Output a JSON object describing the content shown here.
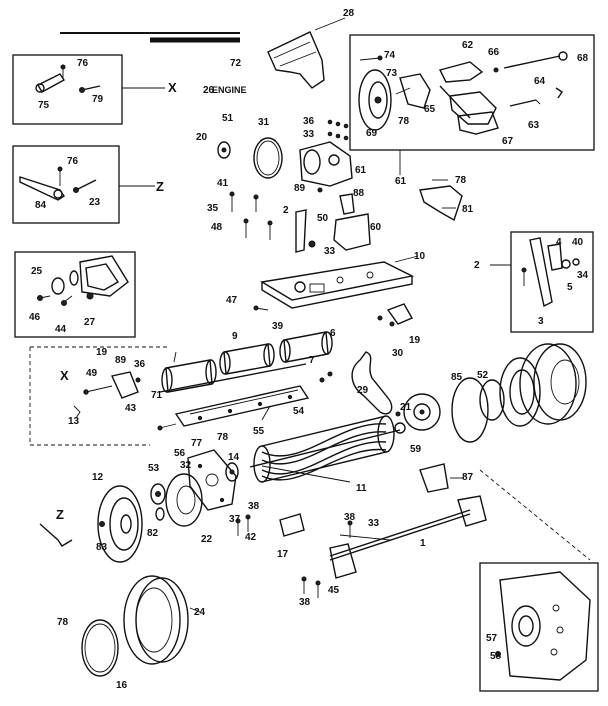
{
  "diagram": {
    "engine_label": "ENGINE",
    "callouts": [
      {
        "key": "c28",
        "text": "28"
      },
      {
        "key": "c72",
        "text": "72"
      },
      {
        "key": "c26",
        "text": "26"
      },
      {
        "key": "c74",
        "text": "74"
      },
      {
        "key": "c62",
        "text": "62"
      },
      {
        "key": "c66",
        "text": "66"
      },
      {
        "key": "c68",
        "text": "68"
      },
      {
        "key": "c73",
        "text": "73"
      },
      {
        "key": "c64",
        "text": "64"
      },
      {
        "key": "c69",
        "text": "69"
      },
      {
        "key": "c78a",
        "text": "78"
      },
      {
        "key": "c65",
        "text": "65"
      },
      {
        "key": "c63",
        "text": "63"
      },
      {
        "key": "c67",
        "text": "67"
      },
      {
        "key": "c76a",
        "text": "76"
      },
      {
        "key": "c75",
        "text": "75"
      },
      {
        "key": "c79",
        "text": "79"
      },
      {
        "key": "c51",
        "text": "51"
      },
      {
        "key": "c31",
        "text": "31"
      },
      {
        "key": "c36a",
        "text": "36"
      },
      {
        "key": "c33a",
        "text": "33"
      },
      {
        "key": "c20",
        "text": "20"
      },
      {
        "key": "c61a",
        "text": "61"
      },
      {
        "key": "c76b",
        "text": "76"
      },
      {
        "key": "c84",
        "text": "84"
      },
      {
        "key": "c23",
        "text": "23"
      },
      {
        "key": "c41",
        "text": "41"
      },
      {
        "key": "c35",
        "text": "35"
      },
      {
        "key": "c48",
        "text": "48"
      },
      {
        "key": "c89a",
        "text": "89"
      },
      {
        "key": "c88",
        "text": "88"
      },
      {
        "key": "c2a",
        "text": "2"
      },
      {
        "key": "c50",
        "text": "50"
      },
      {
        "key": "c60",
        "text": "60"
      },
      {
        "key": "c61b",
        "text": "61"
      },
      {
        "key": "c78b",
        "text": "78"
      },
      {
        "key": "c81",
        "text": "81"
      },
      {
        "key": "c33b",
        "text": "33"
      },
      {
        "key": "c10",
        "text": "10"
      },
      {
        "key": "c25",
        "text": "25"
      },
      {
        "key": "c46",
        "text": "46"
      },
      {
        "key": "c44",
        "text": "44"
      },
      {
        "key": "c27",
        "text": "27"
      },
      {
        "key": "c2b",
        "text": "2"
      },
      {
        "key": "c4",
        "text": "4"
      },
      {
        "key": "c40",
        "text": "40"
      },
      {
        "key": "c5",
        "text": "5"
      },
      {
        "key": "c34",
        "text": "34"
      },
      {
        "key": "c3",
        "text": "3"
      },
      {
        "key": "c47",
        "text": "47"
      },
      {
        "key": "c39",
        "text": "39"
      },
      {
        "key": "c19a",
        "text": "19"
      },
      {
        "key": "c9",
        "text": "9"
      },
      {
        "key": "c6",
        "text": "6"
      },
      {
        "key": "c7",
        "text": "7"
      },
      {
        "key": "c30",
        "text": "30"
      },
      {
        "key": "c19b",
        "text": "19"
      },
      {
        "key": "c89b",
        "text": "89"
      },
      {
        "key": "c36b",
        "text": "36"
      },
      {
        "key": "c49",
        "text": "49"
      },
      {
        "key": "c43",
        "text": "43"
      },
      {
        "key": "c71",
        "text": "71"
      },
      {
        "key": "c13",
        "text": "13"
      },
      {
        "key": "c54",
        "text": "54"
      },
      {
        "key": "c55",
        "text": "55"
      },
      {
        "key": "c29",
        "text": "29"
      },
      {
        "key": "c85",
        "text": "85"
      },
      {
        "key": "c52",
        "text": "52"
      },
      {
        "key": "c21",
        "text": "21"
      },
      {
        "key": "c59",
        "text": "59"
      },
      {
        "key": "c77",
        "text": "77"
      },
      {
        "key": "c78c",
        "text": "78"
      },
      {
        "key": "c56",
        "text": "56"
      },
      {
        "key": "c14",
        "text": "14"
      },
      {
        "key": "c12",
        "text": "12"
      },
      {
        "key": "c53",
        "text": "53"
      },
      {
        "key": "c32",
        "text": "32"
      },
      {
        "key": "c11",
        "text": "11"
      },
      {
        "key": "c87",
        "text": "87"
      },
      {
        "key": "c37",
        "text": "37"
      },
      {
        "key": "c38a",
        "text": "38"
      },
      {
        "key": "c82",
        "text": "82"
      },
      {
        "key": "c22",
        "text": "22"
      },
      {
        "key": "c42",
        "text": "42"
      },
      {
        "key": "c17",
        "text": "17"
      },
      {
        "key": "c38b",
        "text": "38"
      },
      {
        "key": "c33c",
        "text": "33"
      },
      {
        "key": "c1",
        "text": "1"
      },
      {
        "key": "c83",
        "text": "83"
      },
      {
        "key": "c38c",
        "text": "38"
      },
      {
        "key": "c45",
        "text": "45"
      },
      {
        "key": "c24",
        "text": "24"
      },
      {
        "key": "c78d",
        "text": "78"
      },
      {
        "key": "c16",
        "text": "16"
      },
      {
        "key": "c57",
        "text": "57"
      },
      {
        "key": "c58",
        "text": "58"
      }
    ],
    "reference_letters": [
      {
        "key": "x1",
        "text": "X"
      },
      {
        "key": "z1",
        "text": "Z"
      },
      {
        "key": "x2",
        "text": "X"
      },
      {
        "key": "z2",
        "text": "Z"
      }
    ]
  }
}
